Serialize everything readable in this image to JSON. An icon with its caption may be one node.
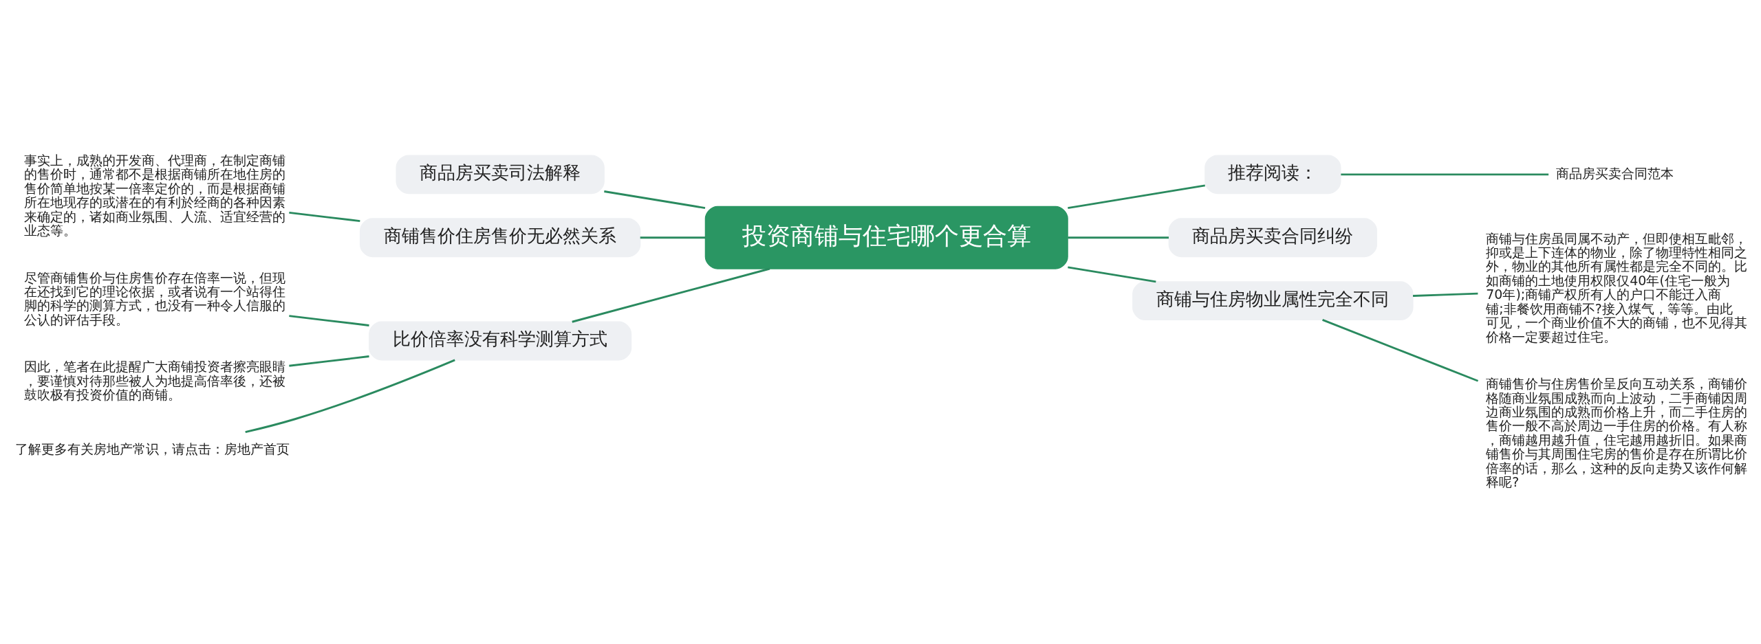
{
  "diagram": {
    "nodes": [
      {
        "text": [
          "投资商铺与住宅哪个更合算"
        ]
      },
      {
        "text": [
          "商品房买卖司法解释"
        ]
      },
      {
        "text": [
          "商铺售价住房售价无必然关系"
        ]
      },
      {
        "text": [
          "事实上，成熟的开发商、代理商，在制定商铺的售价时，通常都不是根据商铺所在地住房的售价简单地按某一倍率定价的，而是根据商铺所在地现存的或潜在的有利於经商的各种因素来确定的，诸如商业氛围、人流、适宜经营的业态等。"
        ]
      },
      {
        "text": [
          "比价倍率没有科学测算方式"
        ]
      },
      {
        "text": [
          "尽管商铺售价与住房售价存在倍率一说，但现在还找到它的理论依据，或者说有一个站得住脚的科学的测算方式，也没有一种令人信服的公认的评估手段。"
        ]
      },
      {
        "text": [
          "因此，笔者在此提醒广大商铺投资者擦亮眼睛，要谨慎对待那些被人为地提高倍率後，还被鼓吹极有投资价值的商铺。"
        ]
      },
      {
        "text": [
          "了解更多有关房地产常识，请点击：房地产首页"
        ]
      },
      {
        "text": [
          "推荐阅读："
        ]
      },
      {
        "text": [
          "商品房买卖合同范本"
        ]
      },
      {
        "text": [
          "商品房买卖合同纠纷"
        ]
      },
      {
        "text": [
          "商铺与住房物业属性完全不同"
        ]
      },
      {
        "text": [
          "商铺与住房虽同属不动产，但即使相互毗邻，抑或是上下连体的物业，除了物理特性相同之外，物业的其他所有属性都是完全不同的。比如商铺的土地使用权限仅40年(住宅一般为70年);商铺产权所有人的户口不能迁入商铺;非餐饮用商铺不?接入煤气，等等。由此可见，一个商业价值不大的商铺，也不见得其价格一定要超过住宅。"
        ]
      },
      {
        "text": [
          "商铺售价与住房售价呈反向互动关系，商铺价格随商业氛围成熟而向上波动，二手商铺因周边商业氛围的成熟而价格上升，而二手住房的售价一般不高於周边一手住房的价格。有人称，商铺越用越升值，住宅越用越折旧。如果商铺售价与其周围住宅房的售价是存在所谓比价倍率的话，那么，这种的反向走势又该作何解释呢?"
        ]
      }
    ],
    "edges": [
      {
        "from": 1,
        "to": 0,
        "arrow": "none"
      },
      {
        "from": 2,
        "to": 0,
        "arrow": "none"
      },
      {
        "from": 3,
        "to": 2,
        "arrow": "none"
      },
      {
        "from": 4,
        "to": 0,
        "arrow": "none"
      },
      {
        "from": 5,
        "to": 4,
        "arrow": "none"
      },
      {
        "from": 6,
        "to": 4,
        "arrow": "none"
      },
      {
        "from": 7,
        "to": 4,
        "arrow": "none"
      },
      {
        "from": 0,
        "to": 8,
        "arrow": "none"
      },
      {
        "from": 8,
        "to": 9,
        "arrow": "none"
      },
      {
        "from": 0,
        "to": 10,
        "arrow": "none"
      },
      {
        "from": 0,
        "to": 11,
        "arrow": "none"
      },
      {
        "from": 11,
        "to": 12,
        "arrow": "none"
      },
      {
        "from": 11,
        "to": 13,
        "arrow": "none"
      }
    ]
  }
}
